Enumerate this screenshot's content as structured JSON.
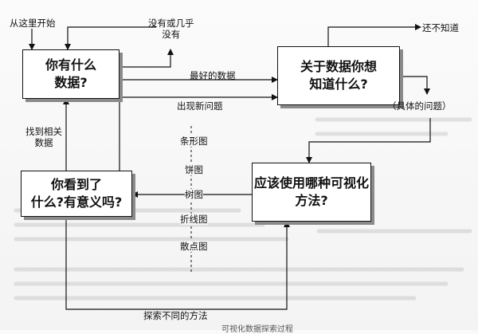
{
  "boxes": {
    "have_data": "你有什么\n数据?",
    "want_know": "关于数据你想\n知道什么?",
    "what_viz": "应该使用哪种可视化\n方法?",
    "see_meaning": "你看到了\n什么?有意义吗?"
  },
  "labels": {
    "start_here": "从这里开始",
    "none_or_little": "没有或几乎\n没有",
    "dont_know": "还不知道",
    "best_data": "最好的数据",
    "new_question": "出现新问题",
    "specific_question": "（具体的问题）",
    "find_related": "找到相关\n数据",
    "explore_methods": "探索不同的方法"
  },
  "chart_types": [
    "条形图",
    "饼图",
    "树图",
    "折线图",
    "散点图"
  ],
  "caption": "可视化数据探索过程"
}
